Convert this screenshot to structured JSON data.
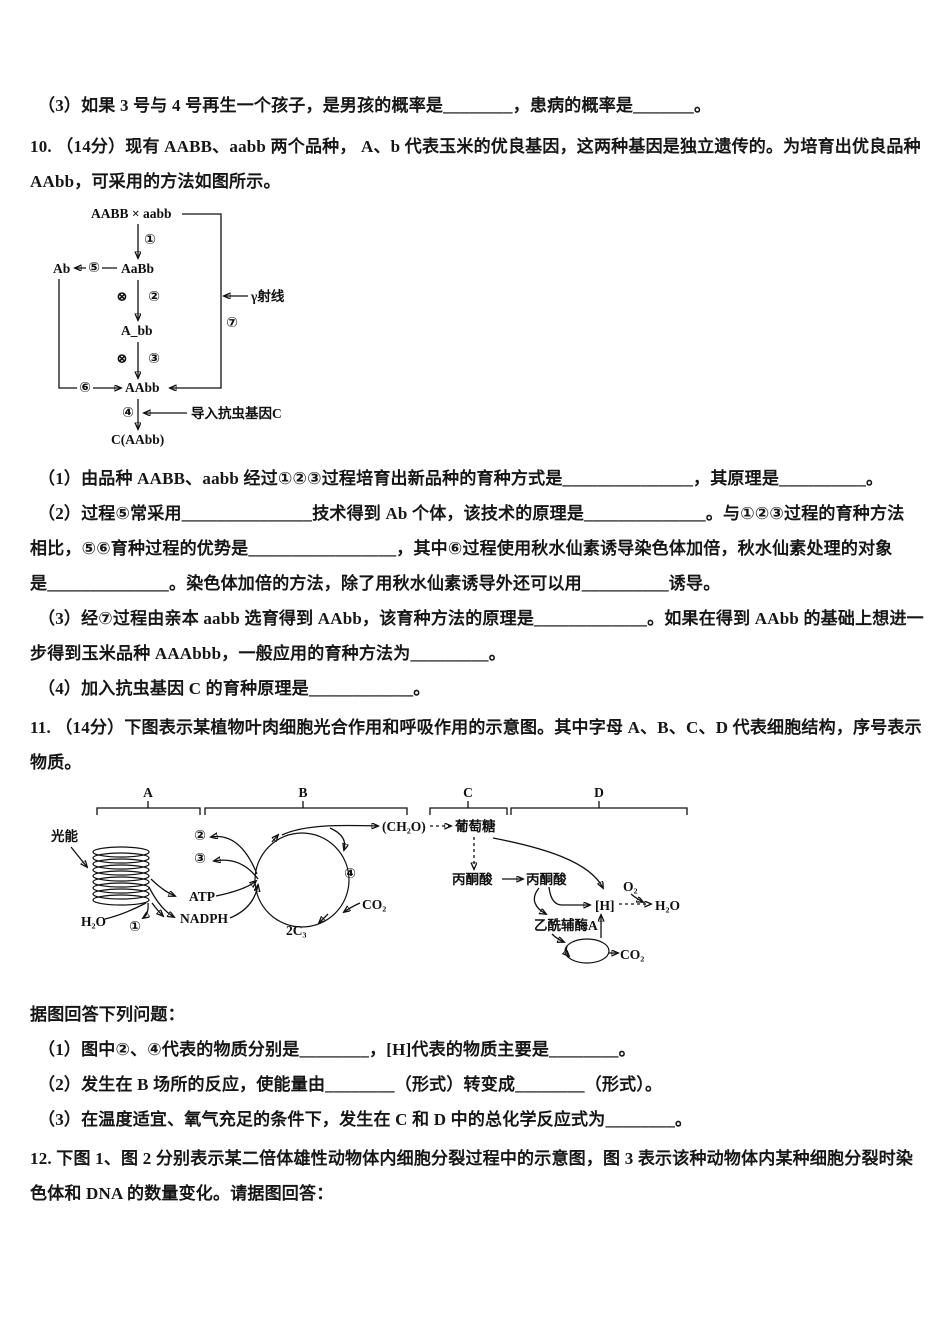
{
  "doc": {
    "q9_sub3": "（3）如果 3 号与 4 号再生一个孩子，是男孩的概率是________，患病的概率是_______。",
    "q10": {
      "intro": [
        "10. （14分）现有 AABB、aabb 两个品种， A、b 代表玉米的优良基因，这两种基因是独立遗传的。为培育出优良品种",
        "AAbb，可采用的方法如图所示。"
      ],
      "diagram": {
        "parents": "AABB ×  aabb",
        "n1": "①",
        "n2": "②",
        "n3": "③",
        "n4": "④",
        "n5": "⑤",
        "n6": "⑥",
        "n7": "⑦",
        "self_cross": "⊗",
        "f1": "AaBb",
        "gamete": "Ab",
        "f2": "A_bb",
        "f3": "AAbb",
        "gamma_ray": "γ射线",
        "insert_gene": "导入抗虫基因C",
        "result": "C(AAbb)"
      },
      "sub": [
        "（1）由品种 AABB、aabb 经过①②③过程培育出新品种的育种方式是_______________，其原理是__________。",
        "（2）过程⑤常采用_______________技术得到 Ab 个体，该技术的原理是______________。与①②③过程的育种方法",
        "相比，⑤⑥育种过程的优势是_________________，其中⑥过程使用秋水仙素诱导染色体加倍，秋水仙素处理的对象",
        "是______________。染色体加倍的方法，除了用秋水仙素诱导外还可以用__________诱导。",
        "（3）经⑦过程由亲本 aabb 选育得到 AAbb，该育种方法的原理是_____________。如果在得到 AAbb 的基础上想进一",
        "步得到玉米品种 AAAbbb，一般应用的育种方法为_________。",
        "（4）加入抗虫基因 C 的育种原理是____________。"
      ]
    },
    "q11": {
      "intro": [
        "11. （14分）下图表示某植物叶肉细胞光合作用和呼吸作用的示意图。其中字母 A、B、C、D 代表细胞结构，序号表示",
        "物质。"
      ],
      "diagram": {
        "region_a": "A",
        "region_b": "B",
        "region_c": "C",
        "region_d": "D",
        "light_energy": "光能",
        "water_in": "H₂O",
        "n1": "①",
        "n2": "②",
        "n3": "③",
        "n4": "④",
        "atp": "ATP",
        "nadph": "NADPH",
        "c3": "2C₃",
        "co2_in": "CO₂",
        "ch2o": "(CH₂O)",
        "glucose": "葡萄糖",
        "pyruvate_c": "丙酮酸",
        "pyruvate_d": "丙酮酸",
        "acetyl_coa": "乙酰辅酶A",
        "h_carrier": "[H]",
        "o2": "O₂",
        "water_out": "H₂O",
        "co2_out": "CO₂"
      },
      "prompt": "据图回答下列问题：",
      "sub": [
        "（1）图中②、④代表的物质分别是________，[H]代表的物质主要是________。",
        "（2）发生在 B 场所的反应，使能量由________（形式）转变成________（形式）。",
        "（3）在温度适宜、氧气充足的条件下，发生在 C 和 D 中的总化学反应式为________。"
      ]
    },
    "q12": {
      "intro": [
        "12. 下图 1、图 2 分别表示某二倍体雄性动物体内细胞分裂过程中的示意图，图 3 表示该种动物体内某种细胞分裂时染",
        "色体和 DNA 的数量变化。请据图回答："
      ]
    }
  }
}
